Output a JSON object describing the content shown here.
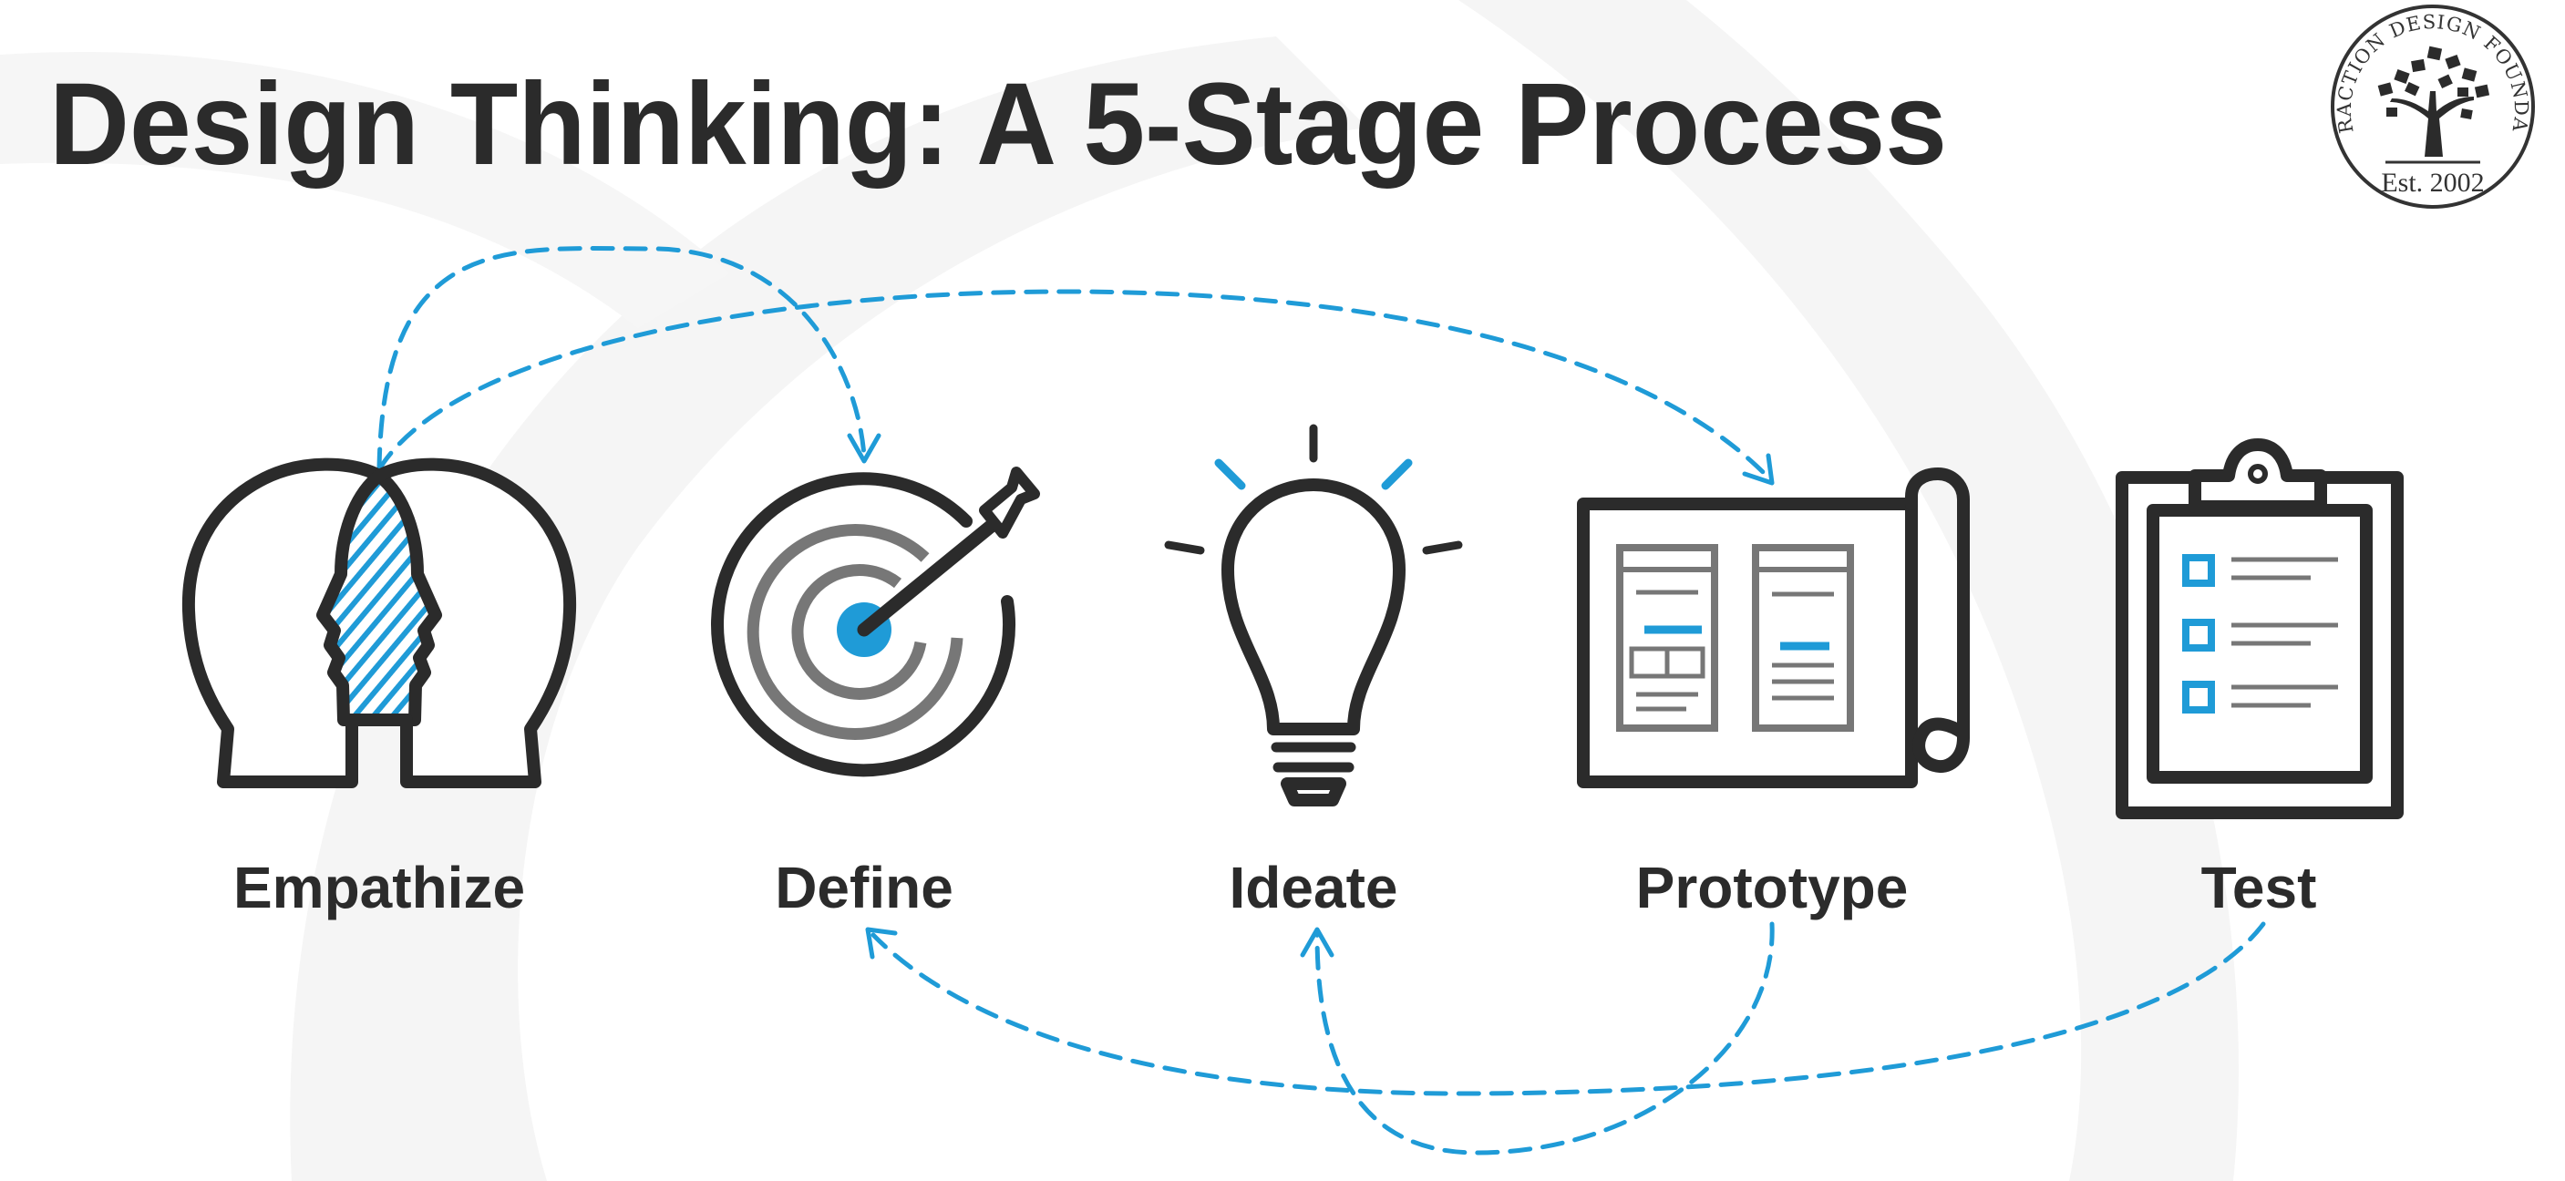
{
  "title": "Design Thinking: A 5-Stage Process",
  "logo": {
    "arc_text": "INTERACTION DESIGN FOUNDATION",
    "established": "Est. 2002"
  },
  "stages": [
    {
      "label": "Empathize",
      "icon": "two-heads-icon"
    },
    {
      "label": "Define",
      "icon": "target-arrow-icon"
    },
    {
      "label": "Ideate",
      "icon": "lightbulb-icon"
    },
    {
      "label": "Prototype",
      "icon": "blueprint-icon"
    },
    {
      "label": "Test",
      "icon": "clipboard-checklist-icon"
    }
  ],
  "colors": {
    "accent": "#1f9bd7",
    "ink": "#2b2b2b",
    "secondary": "#777777"
  }
}
